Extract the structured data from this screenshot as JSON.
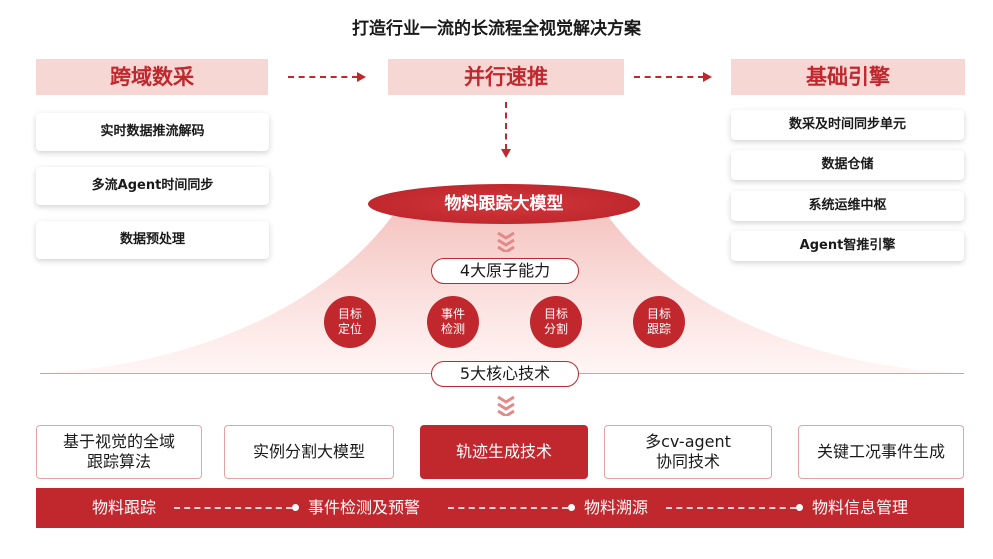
{
  "title": "打造行业一流的长流程全视觉解决方案",
  "columns": {
    "left": {
      "header": "跨域数采",
      "items": [
        "实时数据推流解码",
        "多流Agent时间同步",
        "数据预处理"
      ]
    },
    "middle": {
      "header": "并行速推"
    },
    "right": {
      "header": "基础引擎",
      "items": [
        "数采及时间同步单元",
        "数据仓储",
        "系统运维中枢",
        "Agent智推引擎"
      ]
    }
  },
  "model": {
    "label": "物料跟踪大模型"
  },
  "capabilities": {
    "label": "4大原子能力",
    "items": [
      {
        "line1": "目标",
        "line2": "定位"
      },
      {
        "line1": "事件",
        "line2": "检测"
      },
      {
        "line1": "目标",
        "line2": "分割"
      },
      {
        "line1": "目标",
        "line2": "跟踪"
      }
    ]
  },
  "core_tech": {
    "label": "5大核心技术",
    "items": [
      {
        "line1": "基于视觉的全域",
        "line2": "跟踪算法"
      },
      {
        "line1": "实例分割大模型",
        "line2": ""
      },
      {
        "line1": "轨迹生成技术",
        "line2": ""
      },
      {
        "line1": "多cv-agent",
        "line2": "协同技术"
      },
      {
        "line1": "关键工况事件生成",
        "line2": ""
      }
    ]
  },
  "applications": [
    "物料跟踪",
    "事件检测及预警",
    "物料溯源",
    "物料信息管理"
  ],
  "colors": {
    "accent": "#c0282e",
    "header_bg": "#f6d7d4",
    "mountain_light": "#fbe6e4"
  }
}
